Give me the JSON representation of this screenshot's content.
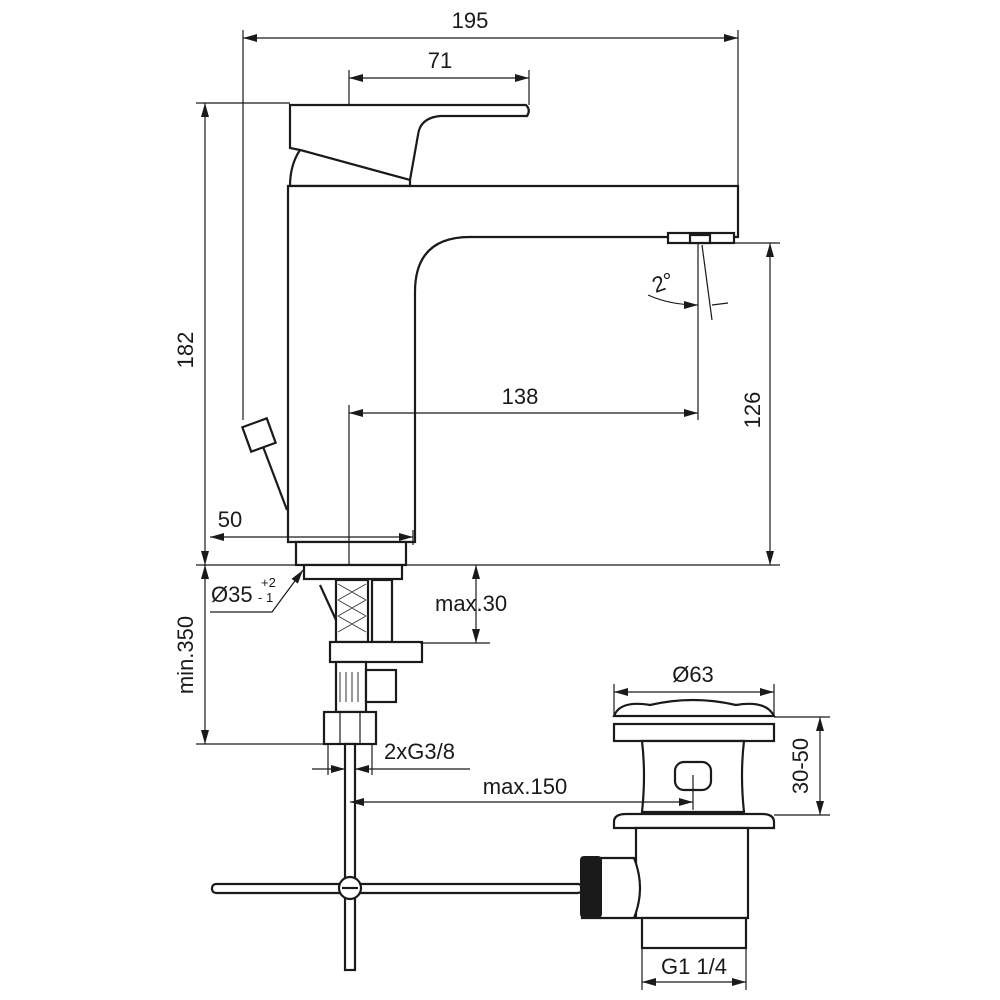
{
  "drawing": {
    "title": "Basin mixer technical drawing",
    "dimensions": {
      "overall_width": "195",
      "lever_length": "71",
      "overall_height": "182",
      "spout_height": "126",
      "spout_projection": "138",
      "body_width": "50",
      "spout_angle": "2°",
      "hole_diameter": "Ø35",
      "hole_tol_plus": "+2",
      "hole_tol_minus": "- 1",
      "deck_thickness": "max.30",
      "hose_length": "min.350",
      "connections": "2xG3/8",
      "rod_distance": "max.150",
      "waste_diameter": "Ø63",
      "waste_range": "30-50",
      "waste_thread": "G1 1/4"
    }
  }
}
